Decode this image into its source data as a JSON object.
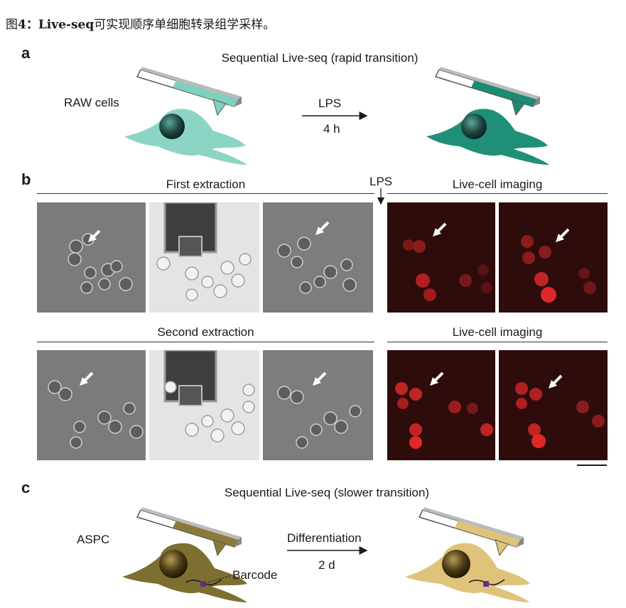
{
  "caption": {
    "prefix": "图",
    "bold": "4：Live-seq",
    "rest": "可实现顺序单细胞转录组学采样。"
  },
  "panel_a": {
    "letter": "a",
    "title": "Sequential Live-seq (rapid transition)",
    "cell_label": "RAW cells",
    "arrow_top": "LPS",
    "arrow_bottom": "4 h",
    "colors": {
      "cell_before": "#7fd0bf",
      "cell_after": "#1f8f78",
      "pipette_before": "#7fd0bf",
      "pipette_after": "#1d8a73"
    }
  },
  "panel_b": {
    "letter": "b",
    "lps_label": "LPS",
    "row1_left_header": "First extraction",
    "row1_right_header": "Live-cell imaging",
    "row2_left_header": "Second extraction",
    "row2_right_header": "Live-cell imaging"
  },
  "panel_c": {
    "letter": "c",
    "title": "Sequential Live-seq (slower transition)",
    "cell_label": "ASPC",
    "arrow_top": "Differentiation",
    "arrow_bottom": "2 d",
    "barcode_label": "Barcode",
    "colors": {
      "cell_before": "#8a7a3a",
      "cell_after": "#e0c37a",
      "pipette_before": "#8a7a3a",
      "pipette_after": "#e0c37a",
      "barcode": "#6a2a8a"
    }
  }
}
